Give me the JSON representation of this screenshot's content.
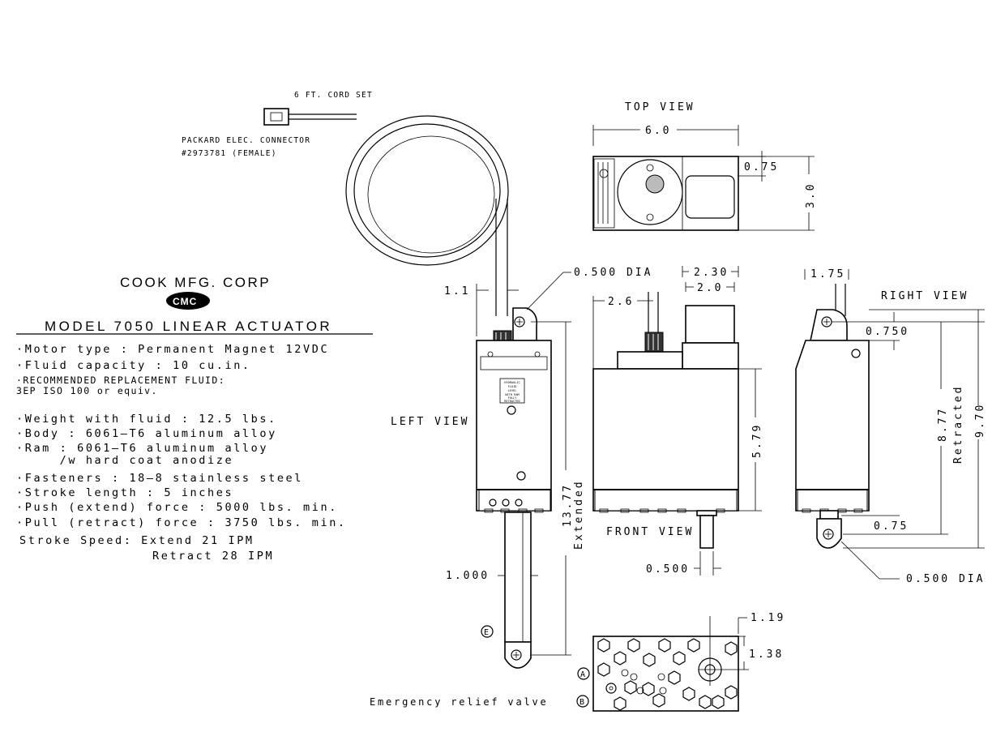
{
  "cord": {
    "label": "6 FT. CORD SET",
    "connector_line1": "PACKARD ELEC. CONNECTOR",
    "connector_line2": "#2973781 (FEMALE)"
  },
  "company": {
    "name": "COOK MFG. CORP",
    "logo_text": "CMC"
  },
  "model_title": "MODEL 7050 LINEAR ACTUATOR",
  "specs": [
    "·Motor type : Permanent Magnet 12VDC",
    "·Fluid capacity : 10 cu.in.",
    "·RECOMMENDED REPLACEMENT FLUID:",
    " 3EP ISO 100 or equiv.",
    "·Weight with fluid : 12.5 lbs.",
    "·Body : 6061–T6 aluminum alloy",
    "·Ram : 6061–T6 aluminum alloy",
    "     /w hard coat anodize",
    "·Fasteners : 18–8 stainless steel",
    "·Stroke length : 5 inches",
    "·Push (extend) force : 5000 lbs. min.",
    "·Pull (retract) force : 3750 lbs. min.",
    " Stroke Speed: Extend 21 IPM",
    "Retract 28 IPM"
  ],
  "views": {
    "top": "TOP VIEW",
    "left": "LEFT VIEW",
    "front": "FRONT VIEW",
    "right": "RIGHT VIEW"
  },
  "dimensions": {
    "top_width": "6.0",
    "top_offset": "0.75",
    "top_depth": "3.0",
    "pin_dia_left": "0.500 DIA",
    "left_cord_offset": "1.1",
    "left_rod_len": "1.000",
    "extended_len": "13.77",
    "extended_word": "Extended",
    "front_230": "2.30",
    "front_20": "2.0",
    "front_26": "2.6",
    "front_height": "5.79",
    "front_rod_dia": "0.500",
    "right_175": "1.75",
    "right_0750": "0.750",
    "retracted_len": "8.77",
    "retracted_word": "Retracted",
    "overall": "9.70",
    "right_075": "0.75",
    "pin_dia_right": "0.500 DIA",
    "bottom_119": "1.19",
    "bottom_138": "1.38"
  },
  "callouts": {
    "E": "E",
    "A": "A",
    "B": "B",
    "relief_valve": "Emergency relief valve"
  },
  "placard_lines": [
    "HYDRAULIC",
    "FLUID",
    "LEVEL",
    "WITH RAM",
    "FULLY",
    "RETRACTED"
  ]
}
